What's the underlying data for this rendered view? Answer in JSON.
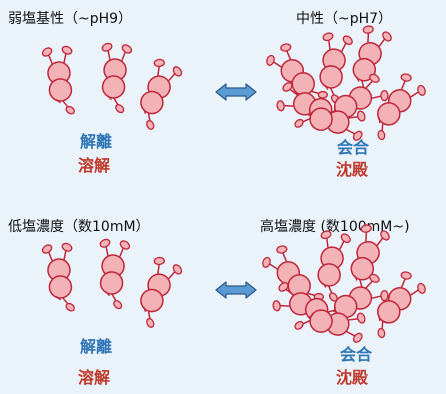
{
  "top": {
    "left_title": "弱塩基性（~pH9）",
    "right_title": "中性（~pH7）",
    "left_states": [
      "解離",
      "溶解"
    ],
    "right_states": [
      "会合",
      "沈殿"
    ]
  },
  "bottom": {
    "left_title": "低塩濃度（数10mM）",
    "right_title": "高塩濃度 (数100mM~)",
    "left_states": [
      "解離",
      "溶解"
    ],
    "right_states": [
      "会合",
      "沈殿"
    ]
  },
  "colors": {
    "background": "#eaf3fa",
    "circle_fill": "#f3b3b6",
    "circle_stroke": "#c0263a",
    "arrow_fill": "#5b9bd5",
    "arrow_stroke": "#2e5a88",
    "blue_text": "#2e75b6",
    "red_text": "#c0392b"
  }
}
